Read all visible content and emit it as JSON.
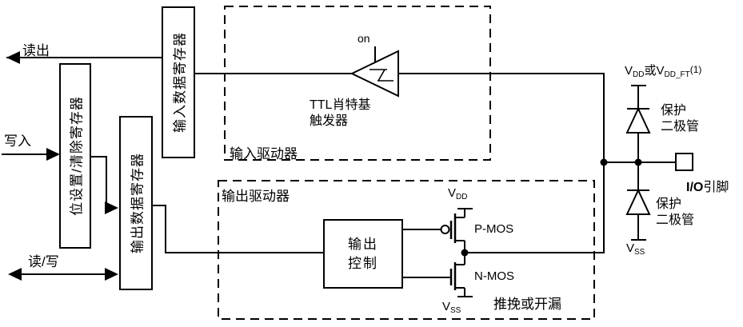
{
  "diagram": {
    "arrows": {
      "read_out": "读出",
      "write_in": "写入",
      "read_write": "读/写"
    },
    "registers": {
      "bit_set_reset": "位设置/清除寄存器",
      "output_data": "输出数据寄存器",
      "input_data": "输入数据寄存器"
    },
    "input_driver": {
      "box_label": "输入驱动器",
      "schmitt_on": "on",
      "schmitt_line1": "TTL肖特基",
      "schmitt_line2": "触发器"
    },
    "output_driver": {
      "box_label": "输出驱动器",
      "control_line1": "输出",
      "control_line2": "控制",
      "pmos": "P-MOS",
      "nmos": "N-MOS",
      "mode": "推挽或开漏",
      "vdd": {
        "base": "V",
        "sub": "DD"
      },
      "vss": {
        "base": "V",
        "sub": "SS"
      }
    },
    "pin_section": {
      "vdd_label": {
        "v1": "V",
        "sub1": "DD",
        "or": "或",
        "v2": "V",
        "sub2": "DD_FT",
        "note": "(1)"
      },
      "vss_label": {
        "base": "V",
        "sub": "SS"
      },
      "diode_line1": "保护",
      "diode_line2": "二极管",
      "io_pin_prefix": "I/O",
      "io_pin_suffix": "引脚"
    },
    "colors": {
      "line": "#000000",
      "background": "#ffffff"
    }
  }
}
